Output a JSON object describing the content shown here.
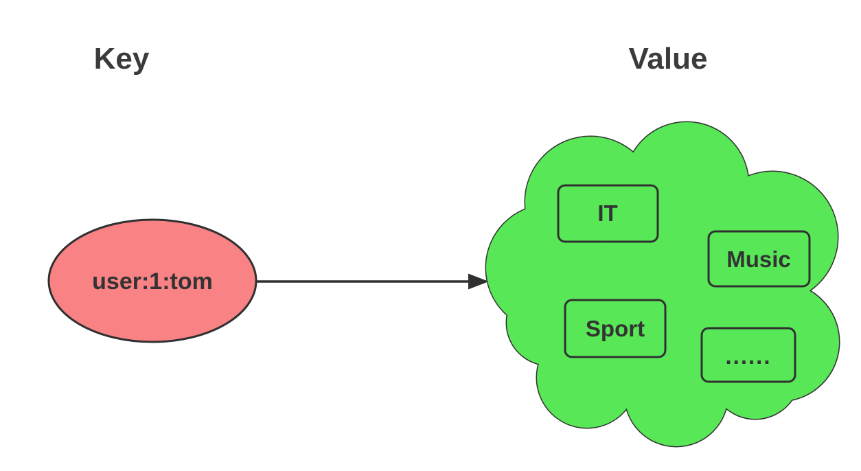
{
  "headings": {
    "key": "Key",
    "value": "Value"
  },
  "key_node": {
    "label": "user:1:tom"
  },
  "value_cloud": {
    "tags": [
      {
        "label": "IT"
      },
      {
        "label": "Music"
      },
      {
        "label": "Sport"
      },
      {
        "label": "......"
      }
    ]
  },
  "colors": {
    "bg": "#ffffff",
    "key-fill": "#f98285",
    "cloud-fill": "#57e757",
    "outline": "#303030",
    "text": "#333333",
    "heading": "#3b3b3b"
  }
}
